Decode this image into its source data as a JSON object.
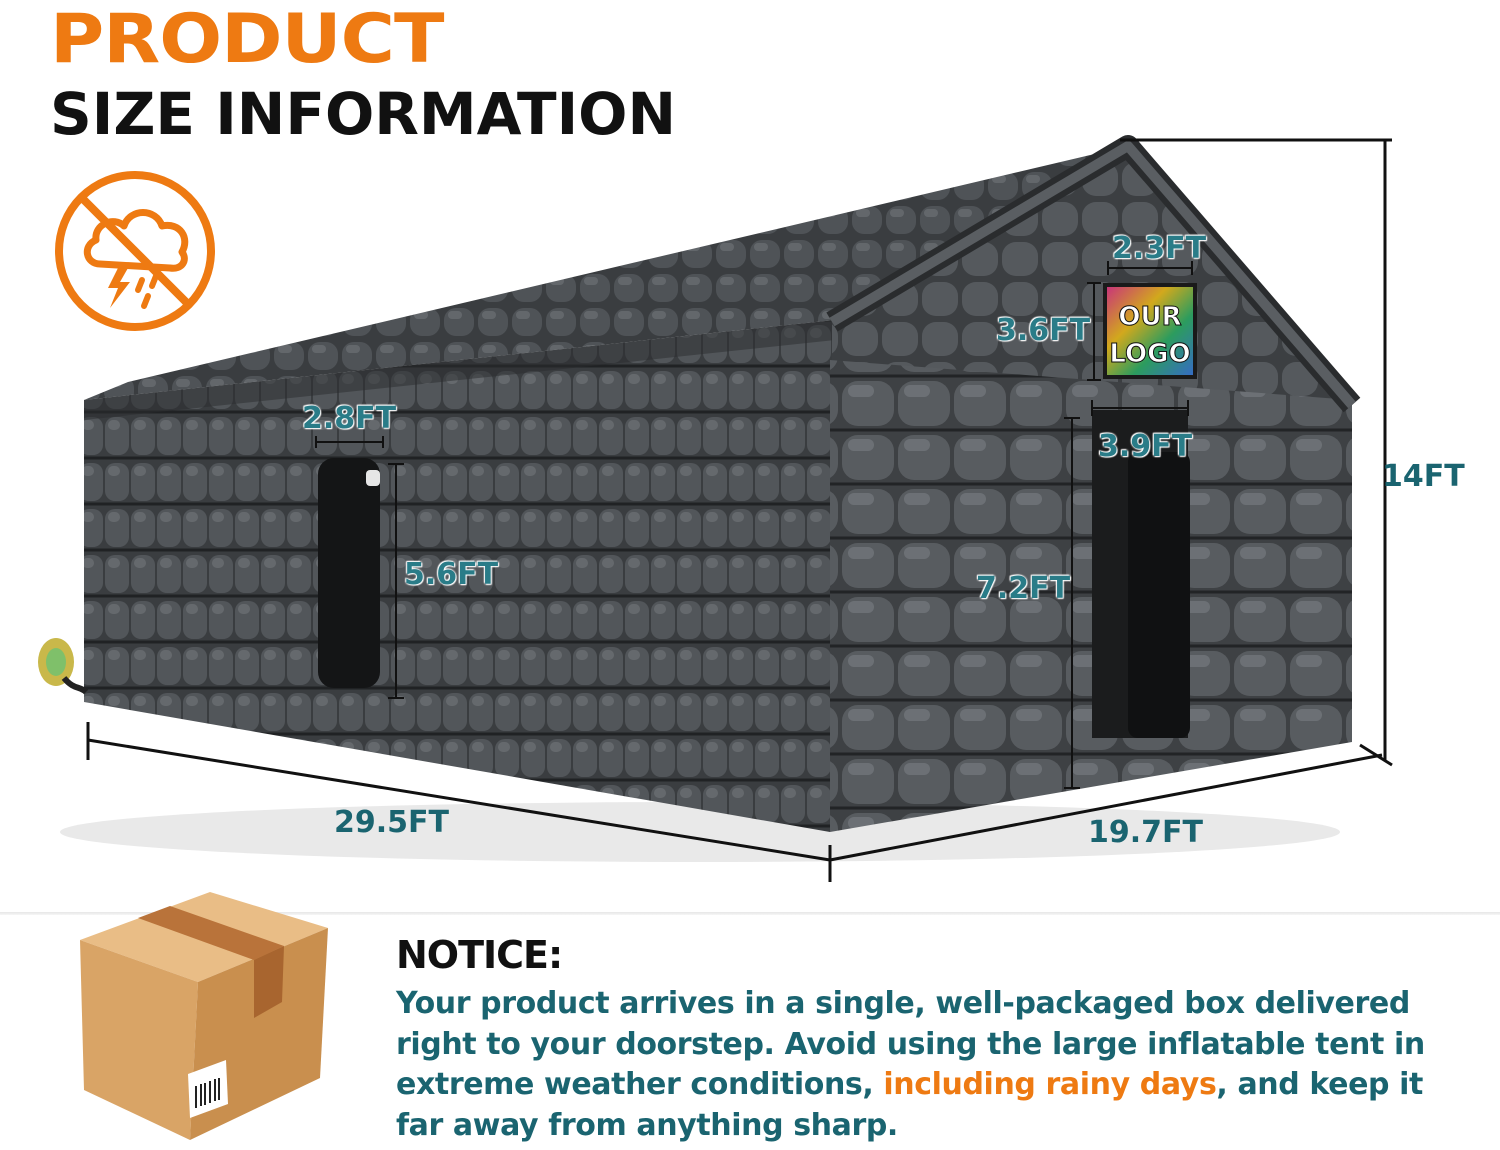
{
  "header": {
    "title_line1": "PRODUCT",
    "title_line2": "SIZE INFORMATION"
  },
  "icons": {
    "weather_badge": "no-storm-weather-icon",
    "box": "cardboard-box-icon"
  },
  "dimensions": {
    "total_height": "14FT",
    "length": "29.5FT",
    "width": "19.7FT",
    "window_width": "2.8FT",
    "window_height": "5.6FT",
    "door_height": "7.2FT",
    "door_width": "3.9FT",
    "logo_width": "2.3FT",
    "logo_height": "3.6FT"
  },
  "logo_panel": {
    "line1": "OUR",
    "line2": "LOGO"
  },
  "notice": {
    "title": "NOTICE:",
    "text_before": "Your product arrives in a single, well-packaged box delivered right to your doorstep. Avoid using the large inflatable tent in extreme weather conditions, ",
    "highlight": "including rainy days",
    "text_after": ", and keep it far away from anything sharp."
  },
  "colors": {
    "accent_orange": "#ee7a12",
    "teal_text": "#1a6470",
    "tent_dark": "#3c3f42"
  }
}
